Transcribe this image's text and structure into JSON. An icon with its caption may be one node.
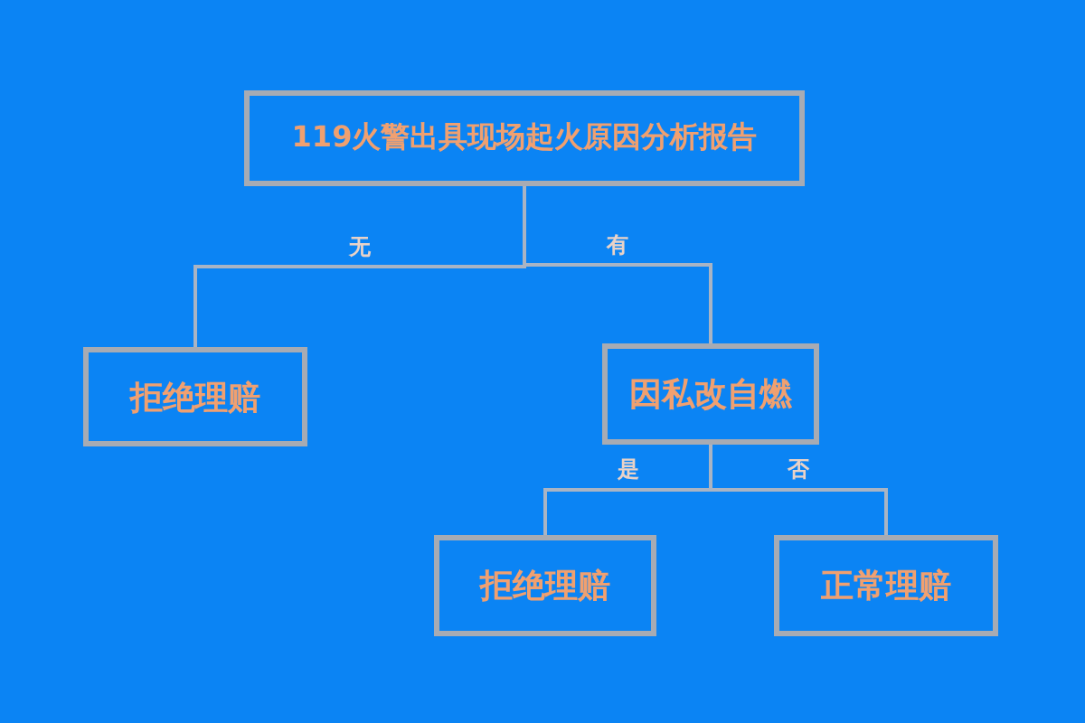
{
  "diagram": {
    "nodes": [
      {
        "text": [
          "119火警出具现场起火原因分析报告"
        ]
      },
      {
        "text": [
          "拒绝理赔"
        ]
      },
      {
        "text": [
          "因私改自燃"
        ]
      },
      {
        "text": [
          "拒绝理赔"
        ]
      },
      {
        "text": [
          "正常理赔"
        ]
      }
    ],
    "edges": [
      {
        "from": 0,
        "to": 1,
        "arrow": "none",
        "label": "无"
      },
      {
        "from": 0,
        "to": 2,
        "arrow": "none",
        "label": "有"
      },
      {
        "from": 2,
        "to": 3,
        "arrow": "none",
        "label": "是"
      },
      {
        "from": 2,
        "to": 4,
        "arrow": "none",
        "label": "否"
      }
    ]
  }
}
